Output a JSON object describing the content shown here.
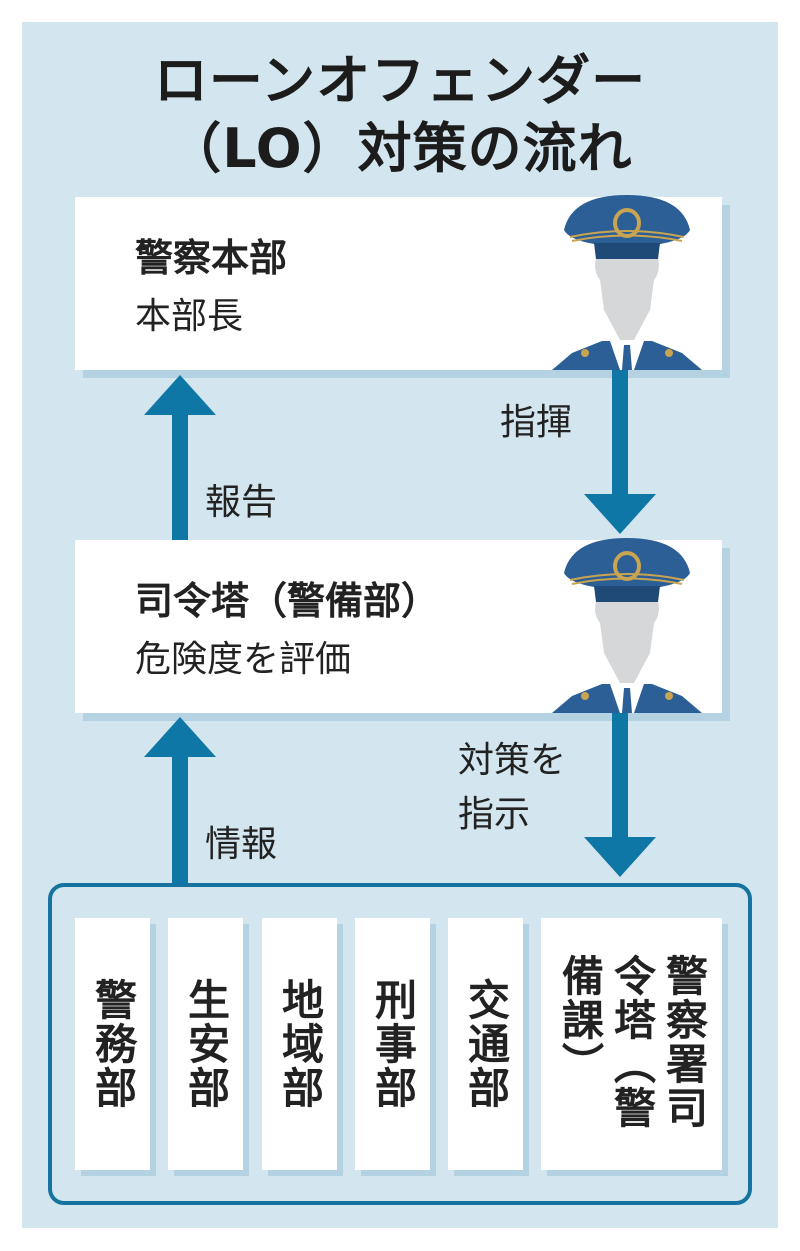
{
  "title": {
    "line1": "ローンオフェンダー",
    "line2": "（LO）対策の流れ"
  },
  "hq": {
    "heading": "警察本部",
    "subtitle": "本部長"
  },
  "command": {
    "heading": "司令塔（警備部）",
    "subtitle": "危険度を評価"
  },
  "arrows": {
    "report": "報告",
    "direct": "指揮",
    "info": "情報",
    "instruct_line1": "対策を",
    "instruct_line2": "指示"
  },
  "departments": [
    "警務部",
    "生安部",
    "地域部",
    "刑事部",
    "交通部",
    "警察署司令塔（警備課）"
  ],
  "colors": {
    "panel": "#d3e6ef",
    "arrow": "#0f77a6",
    "cap": "#2b5f95",
    "gold": "#c9a451"
  }
}
